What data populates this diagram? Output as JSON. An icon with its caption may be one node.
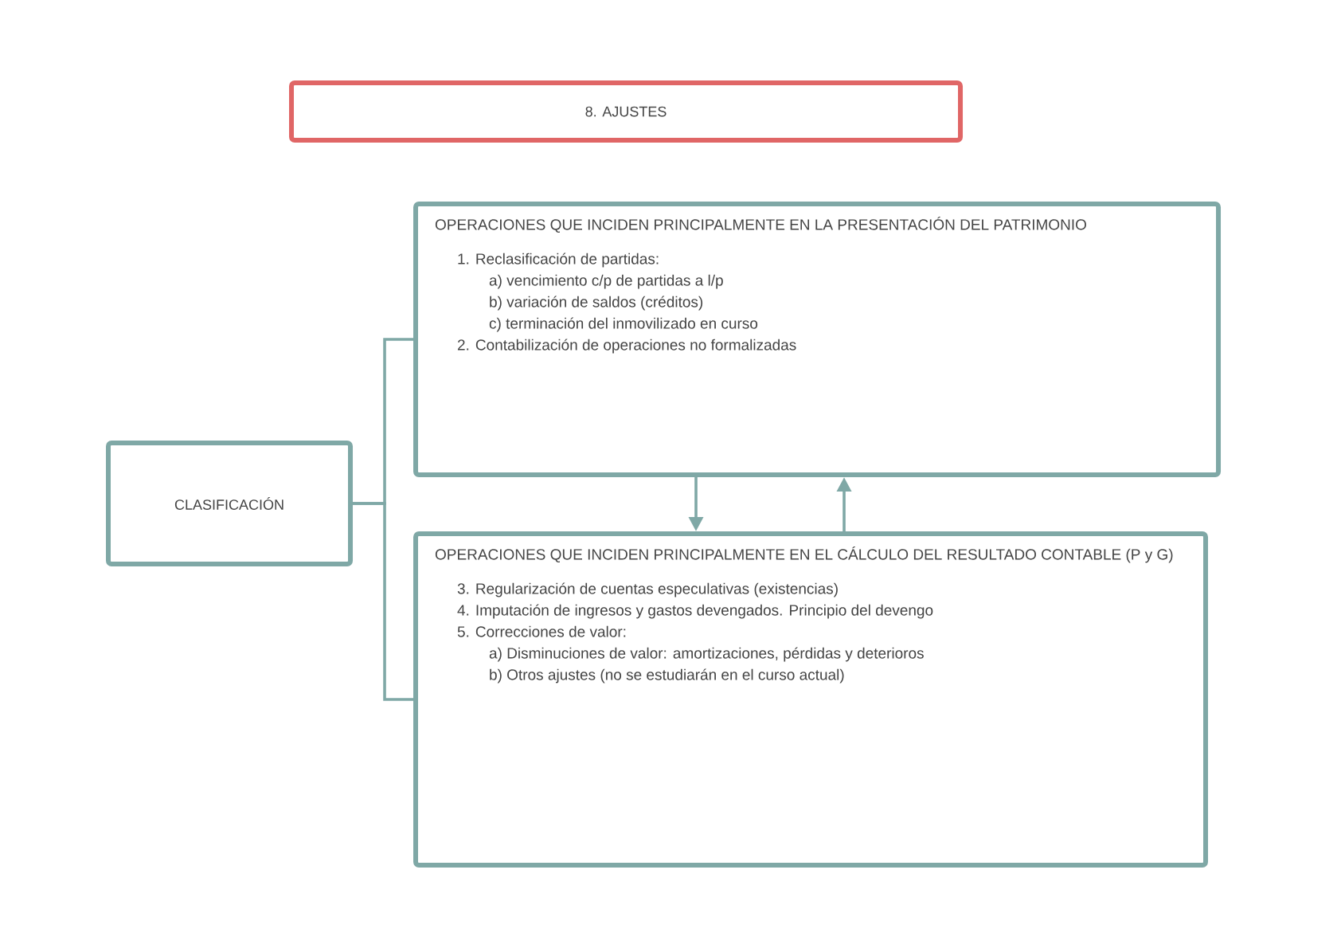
{
  "diagram": {
    "nodes": [
      {
        "text": [
          "8. AJUSTES"
        ]
      },
      {
        "text": [
          "CLASIFICACIÓN"
        ]
      },
      {
        "text": [
          "OPERACIONES QUE INCIDEN PRINCIPALMENTE EN LA PRESENTACIÓN DEL PATRIMONIO",
          "1. Reclasificación de partidas:",
          "a) vencimiento c/p de partidas a l/p",
          "b) variación de saldos (créditos)",
          "c) terminación del inmovilizado en curso",
          "2. Contabilización de operaciones no formalizadas"
        ]
      },
      {
        "text": [
          "OPERACIONES QUE INCIDEN PRINCIPALMENTE EN EL CÁLCULO DEL RESULTADO CONTABLE (P y G)",
          "3. Regularización de cuentas especulativas (existencias)",
          "4. Imputación de ingresos y gastos devengados. Principio del devengo",
          "5. Correcciones de valor:",
          "a) Disminuciones de valor: amortizaciones, pérdidas y deterioros",
          "b) Otros ajustes (no se estudiarán en el curso actual)"
        ]
      }
    ],
    "edges": [
      {
        "from": 1,
        "to": 2,
        "arrow": "none"
      },
      {
        "from": 1,
        "to": 3,
        "arrow": "none"
      },
      {
        "from": 2,
        "to": 3,
        "arrow": "to"
      },
      {
        "from": 3,
        "to": 2,
        "arrow": "to"
      }
    ]
  }
}
